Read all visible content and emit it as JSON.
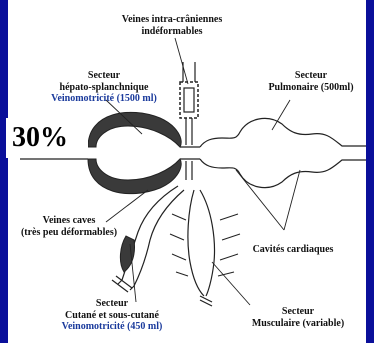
{
  "labels": {
    "veines_intracraniennes_1": "Veines intra-crâniennes",
    "veines_intracraniennes_2": "indéformables",
    "hepato_1": "Secteur",
    "hepato_2": "hépato-splanchnique",
    "hepato_3": "Veinomotricité (1500 ml)",
    "pulmonaire_1": "Secteur",
    "pulmonaire_2": "Pulmonaire (500ml)",
    "percent": "30%",
    "veines_caves_1": "Veines caves",
    "veines_caves_2": "(très peu déformables)",
    "cavites": "Cavités cardiaques",
    "cutane_1": "Secteur",
    "cutane_2": "Cutané et sous-cutané",
    "cutane_3": "Veinomotricité (450 ml)",
    "musculaire_1": "Secteur",
    "musculaire_2": "Musculaire (variable)"
  },
  "colors": {
    "background": "#0a0f9a",
    "panel": "#ffffff",
    "highlight_text": "#1a3a9c",
    "vessel_fill": "#3a3a3a"
  }
}
